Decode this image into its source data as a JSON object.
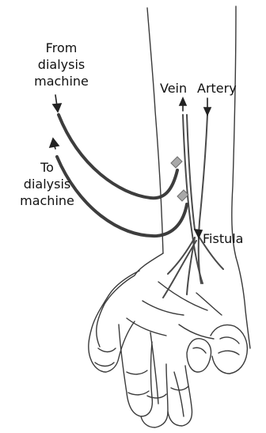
{
  "labels": {
    "from": [
      "From",
      "dialysis",
      "machine"
    ],
    "to": [
      "To",
      "dialysis",
      "machine"
    ],
    "vein": "Vein",
    "artery": "Artery",
    "fistula": "Fistula"
  },
  "colors": {
    "outline": "#3a3a3a",
    "tube": "#3d3d3d",
    "vessel": "#4a4a4a",
    "needle": "#a9a9a9",
    "text": "#111111",
    "background": "#ffffff"
  }
}
